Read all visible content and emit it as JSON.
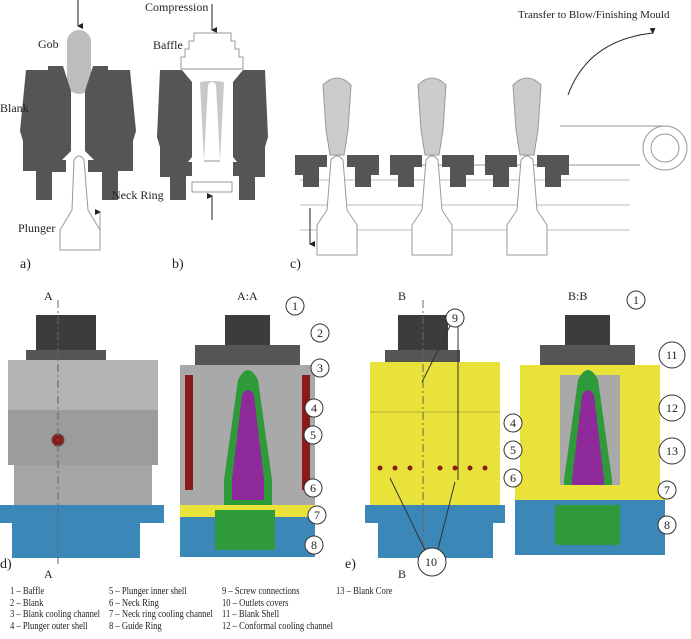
{
  "top": {
    "labels": {
      "gob": "Gob",
      "blank": "Blank",
      "neck_ring": "Neck Ring",
      "plunger": "Plunger",
      "compression": "Compression",
      "baffle": "Baffle",
      "transfer": "Transfer to Blow/Finishing Mould"
    },
    "panels": [
      "a)",
      "b)",
      "c)"
    ]
  },
  "bottom": {
    "panels": [
      "d)",
      "e)"
    ],
    "section_marks": {
      "a": "A",
      "aa": "A:A",
      "b": "B",
      "bb": "B:B"
    },
    "callouts_aa": [
      "1",
      "2",
      "3",
      "4",
      "5",
      "6",
      "7",
      "8"
    ],
    "callouts_e": [
      "9",
      "10"
    ],
    "callouts_bb": [
      "1",
      "11",
      "12",
      "13",
      "4",
      "5",
      "6",
      "7",
      "8"
    ]
  },
  "legend": [
    [
      "1 – Baffle",
      "2 – Blank",
      "3 – Blank cooling channel",
      "4 – Plunger outer shell"
    ],
    [
      "5 – Plunger inner shell",
      "6 – Neck Ring",
      "7 – Neck ring cooling channel",
      "8 – Guide Ring"
    ],
    [
      "9 – Screw connections",
      "10 – Outlets covers",
      "11 – Blank Shell",
      "12 – Conformal cooling channel"
    ],
    [
      "13 – Blank Core"
    ]
  ],
  "colors": {
    "blank_dark": "#555555",
    "gob": "#bdbdbd",
    "plunger_green": "#2e9a3a",
    "plunger_purple": "#8e2a9a",
    "cooling_red": "#8b1a1a",
    "neck_blue": "#3b87b8",
    "yellow": "#e8e23a",
    "gray_body": "#a9a9a9",
    "top_dark": "#3c3c3c"
  }
}
